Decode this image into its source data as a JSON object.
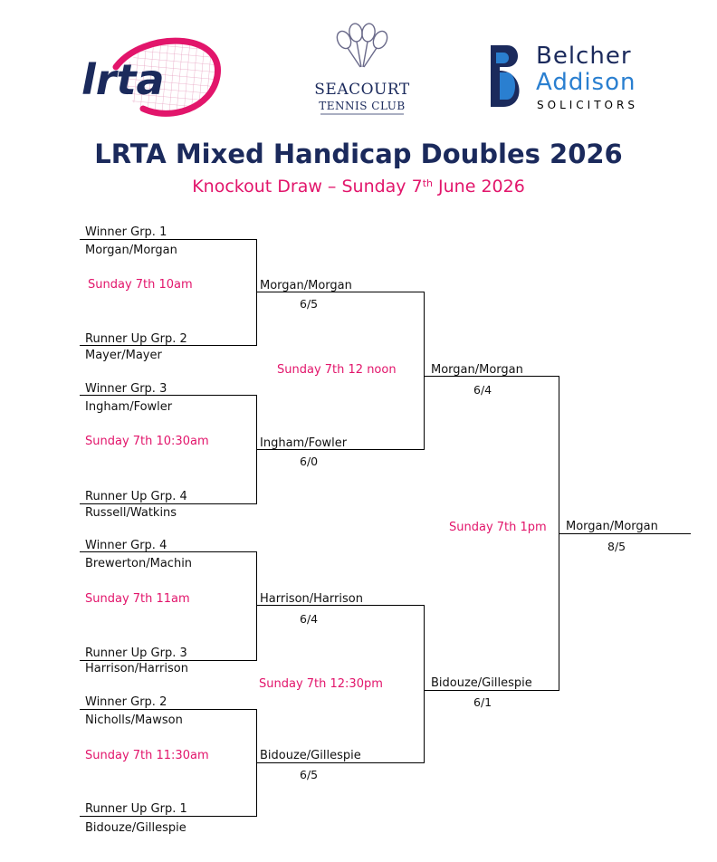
{
  "header": {
    "title": "LRTA Mixed Handicap Doubles 2026",
    "subtitle_pre": "Knockout Draw – Sunday 7",
    "subtitle_sup": "th",
    "subtitle_post": " June 2026"
  },
  "logos": {
    "lrta": "lrta",
    "seacourt_name": "SEACOURT",
    "seacourt_sub": "TENNIS CLUB",
    "ba_line1": "Belcher",
    "ba_line2": "Addison",
    "ba_line3": "SOLICITORS"
  },
  "colors": {
    "navy": "#1b2a5c",
    "pink": "#e2156b",
    "ba_blue": "#2a7fd0"
  },
  "round1": {
    "seeds": [
      "Winner Grp. 1",
      "Runner Up Grp. 2",
      "Winner Grp. 3",
      "Runner Up Grp. 4",
      "Winner Grp. 4",
      "Runner Up Grp. 3",
      "Winner Grp. 2",
      "Runner Up Grp. 1"
    ],
    "teams": [
      "Morgan/Morgan",
      "Mayer/Mayer",
      "Ingham/Fowler",
      "Russell/Watkins",
      "Brewerton/Machin",
      "Harrison/Harrison",
      "Nicholls/Mawson",
      "Bidouze/Gillespie"
    ],
    "schedules": [
      "Sunday 7th 10am",
      "Sunday 7th 10:30am",
      "Sunday 7th 11am",
      "Sunday 7th 11:30am"
    ]
  },
  "round2": {
    "winners": [
      "Morgan/Morgan",
      "Ingham/Fowler",
      "Harrison/Harrison",
      "Bidouze/Gillespie"
    ],
    "scores": [
      "6/5",
      "6/0",
      "6/4",
      "6/5"
    ],
    "schedules": [
      "Sunday 7th 12 noon",
      "Sunday 7th 12:30pm"
    ]
  },
  "semis": {
    "winners": [
      "Morgan/Morgan",
      "Bidouze/Gillespie"
    ],
    "scores": [
      "6/4",
      "6/1"
    ],
    "schedule": "Sunday 7th 1pm"
  },
  "final": {
    "winner": "Morgan/Morgan",
    "score": "8/5"
  }
}
